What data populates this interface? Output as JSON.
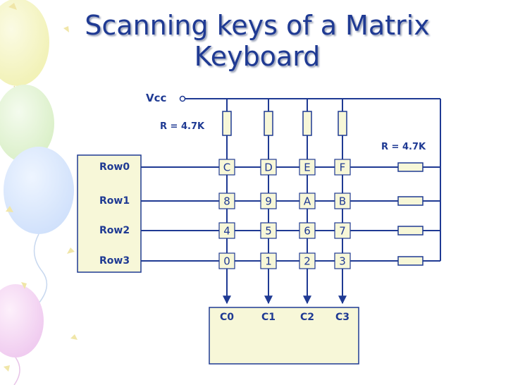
{
  "slide": {
    "title_line1": "Scanning keys of a Matrix",
    "title_line2": "Keyboard"
  },
  "diagram": {
    "vcc_label": "Vcc",
    "column_resistor_label": "R = 4.7K",
    "row_resistor_label": "R = 4.7K",
    "rows": [
      "Row0",
      "Row1",
      "Row2",
      "Row3"
    ],
    "columns": [
      "C0",
      "C1",
      "C2",
      "C3"
    ],
    "keys": [
      [
        "C",
        "D",
        "E",
        "F"
      ],
      [
        "8",
        "9",
        "A",
        "B"
      ],
      [
        "4",
        "5",
        "6",
        "7"
      ],
      [
        "0",
        "1",
        "2",
        "3"
      ]
    ]
  },
  "colors": {
    "text": "#1f3a93",
    "wire": "#1f3a93",
    "component_fill": "#f7f7d8"
  }
}
